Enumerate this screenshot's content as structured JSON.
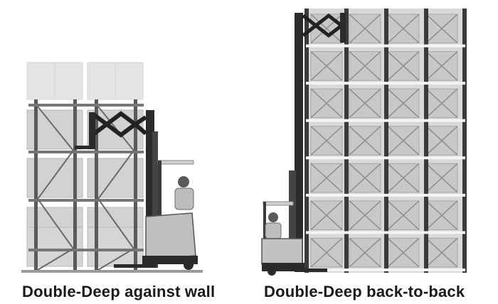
{
  "panels": [
    {
      "id": "left",
      "caption": "Double-Deep against wall",
      "rack_columns": 2,
      "rack_levels": 4
    },
    {
      "id": "right",
      "caption": "Double-Deep back-to-back",
      "rack_columns": 4,
      "rack_levels": 7
    }
  ],
  "colors": {
    "frame": "#555555",
    "frame_dark": "#3a3a3a",
    "pallet_load": "#c8c8c8",
    "pallet_load_light": "#d8d8d8",
    "beam": "#8a8a8a",
    "forklift_body": "#bdbdbd",
    "forklift_dark": "#2b2b2b",
    "floor": "#9a9a9a"
  },
  "icons": [
    "reach-truck-icon",
    "operator-icon",
    "pantograph-icon"
  ]
}
